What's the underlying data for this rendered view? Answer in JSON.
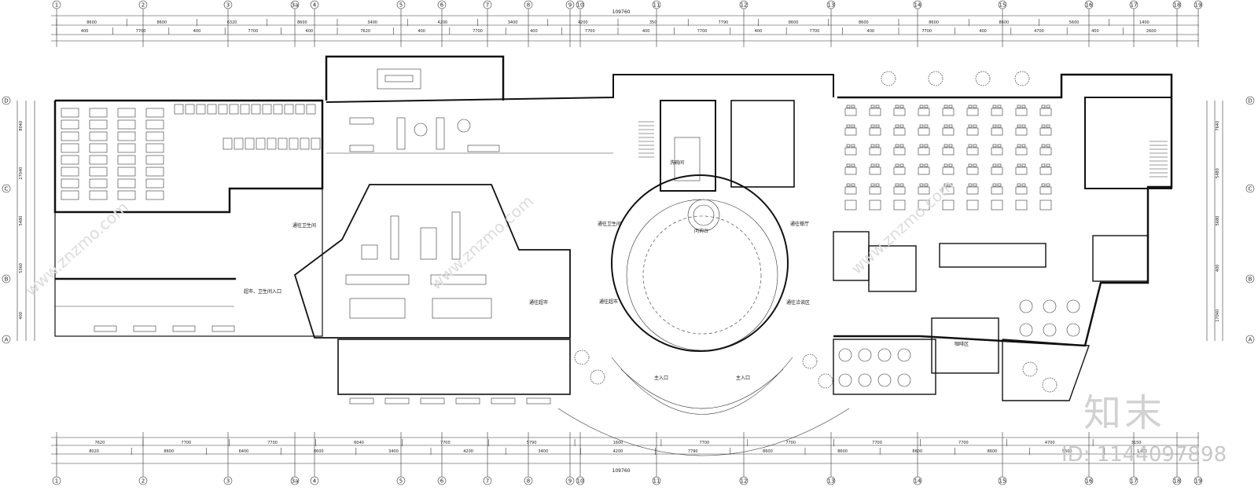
{
  "total_dim": "109760",
  "axis_labels": [
    "1",
    "2",
    "3",
    "3a",
    "4",
    "5",
    "6",
    "7",
    "8",
    "9",
    "10",
    "11",
    "12",
    "13",
    "14",
    "15",
    "16",
    "17",
    "18",
    "19"
  ],
  "row_labels": [
    "D",
    "C",
    "B",
    "A"
  ],
  "dim_row_1": [
    "8600",
    "8600",
    "6320",
    "8600",
    "3400",
    "4200",
    "3400",
    "4200",
    "350",
    "7790",
    "8600",
    "8600",
    "8600",
    "8600",
    "5600",
    "1400"
  ],
  "dim_row_2": [
    "400",
    "7700",
    "400",
    "7700",
    "400",
    "7620",
    "400",
    "7700",
    "400",
    "7700",
    "400",
    "7700",
    "400",
    "7700",
    "400",
    "7700",
    "400",
    "4700",
    "400",
    "2600"
  ],
  "dim_row_bottom_1": [
    "7620",
    "7700",
    "7700",
    "6040",
    "7700",
    "5790",
    "1600",
    "7700",
    "7700",
    "7700",
    "7700",
    "4700",
    "3150"
  ],
  "dim_row_bottom_2": [
    "8020",
    "8600",
    "6400",
    "8600",
    "3400",
    "4200",
    "3400",
    "4200",
    "7790",
    "8600",
    "8600",
    "8600",
    "8600",
    "5600",
    "1400"
  ],
  "left_dims": [
    "8040",
    "27040",
    "5480",
    "5360",
    "400"
  ],
  "right_dims": [
    "7640",
    "5480",
    "5680",
    "400",
    "17040"
  ],
  "rooms": {
    "washroom_entrance": "通往卫生间",
    "supermarket_entrance": "超市、卫生间入口",
    "to_washroom_2": "通往卫生间",
    "to_supermarket": "通往超市",
    "to_supermarket_2": "通往超市",
    "lobby": "问询台",
    "to_dining": "通往餐厅",
    "to_meeting": "通往洽谈区",
    "main_entrance_1": "主入口",
    "main_entrance_2": "主入口",
    "coffee": "咖啡区",
    "kitchen": "洗碗间"
  },
  "watermark": {
    "logo": "知末",
    "id": "ID: 1144097898",
    "site": "www.znzmo.com"
  }
}
